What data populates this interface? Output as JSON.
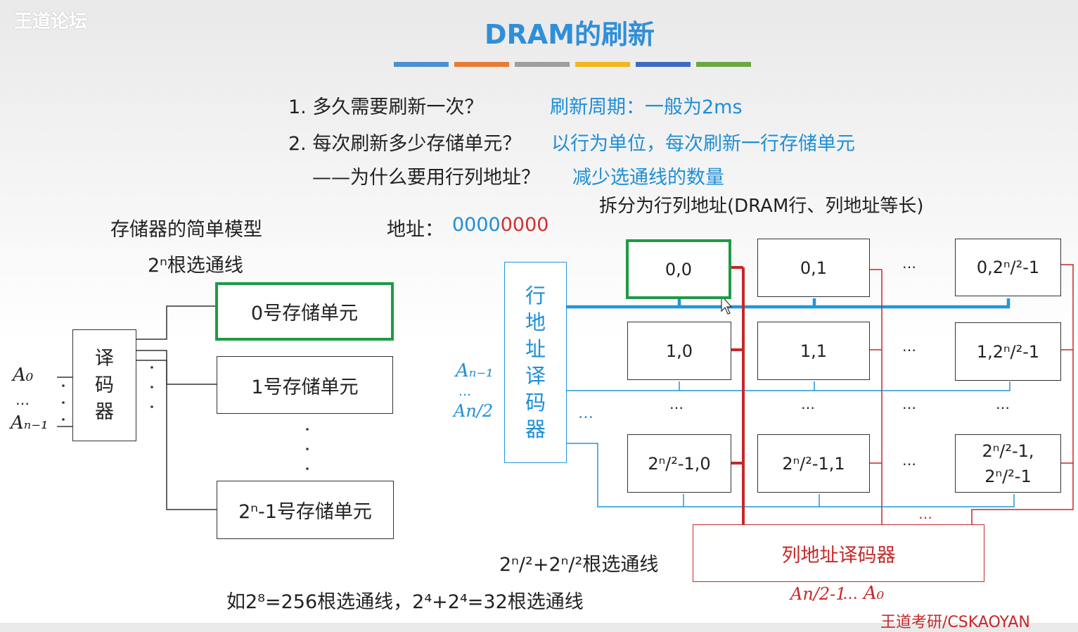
{
  "watermark": {
    "top_left": "王道论坛",
    "bottom_right": "王道考研/CSKAOYAN"
  },
  "title": "DRAM的刷新",
  "title_bars": [
    "#4a90d0",
    "#e87b33",
    "#9e9e9e",
    "#f2b71e",
    "#3d6bbf",
    "#6aa842"
  ],
  "questions": [
    {
      "q": "1. 多久需要刷新一次？",
      "a": "刷新周期：一般为2ms"
    },
    {
      "q": "2. 每次刷新多少存储单元？",
      "a": "以行为单位，每次刷新一行存储单元"
    },
    {
      "q": "——为什么要用行列地址？",
      "a": "减少选通线的数量"
    }
  ],
  "split_note": "拆分为行列地址(DRAM行、列地址等长)",
  "simple_model": {
    "title": "存储器的简单模型",
    "lines_count": "2ⁿ根选通线",
    "decoder": [
      "译",
      "码",
      "器"
    ],
    "inputs": {
      "a0": "A₀",
      "dots": "…",
      "an1": "Aₙ₋₁"
    },
    "cells": [
      "0号存储单元",
      "1号存储单元",
      "2ⁿ-1号存储单元"
    ]
  },
  "address": {
    "label": "地址：",
    "value": "00000000"
  },
  "dram": {
    "row_decoder": [
      "行",
      "地",
      "址",
      "译",
      "码",
      "器"
    ],
    "row_inputs": {
      "top": "Aₙ₋₁",
      "dots": "…",
      "bottom": "An/2"
    },
    "cells": {
      "r0": [
        "0,0",
        "0,1",
        "0,2ⁿ/²-1"
      ],
      "r1": [
        "1,0",
        "1,1",
        "1,2ⁿ/²-1"
      ],
      "rl": [
        "2ⁿ/²-1,0",
        "2ⁿ/²-1,1",
        "2ⁿ/²-1,",
        "2ⁿ/²-1"
      ]
    },
    "ellipsis": "…",
    "col_decoder": "列地址译码器",
    "col_inputs": {
      "left": "An/2-1",
      "dots": "…",
      "right": "A₀"
    },
    "line_count": "2ⁿ/²+2ⁿ/²根选通线",
    "example": "如2⁸=256根选通线，2⁴+2⁴=32根选通线"
  },
  "colors": {
    "title": "#2f8fd8",
    "answer": "#1e8fd6",
    "accent_red": "#d32f2f",
    "green": "#1f9a45",
    "blue_line": "#2196d8"
  }
}
